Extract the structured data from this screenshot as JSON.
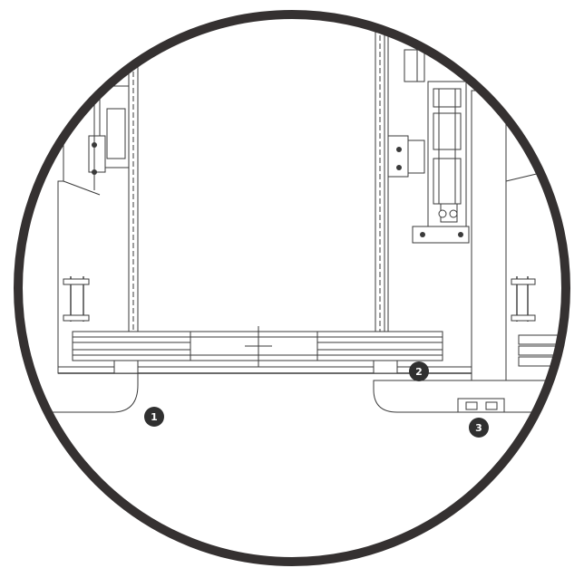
{
  "diagram": {
    "callouts": [
      {
        "id": "1",
        "label": "1"
      },
      {
        "id": "2",
        "label": "2"
      },
      {
        "id": "3",
        "label": "3"
      }
    ],
    "colors": {
      "ring": "#353131",
      "line": "#3a3a3a",
      "hatch": "#8a8a8a",
      "callout_fill": "#303030",
      "callout_text": "#ffffff",
      "background": "#ffffff"
    }
  }
}
